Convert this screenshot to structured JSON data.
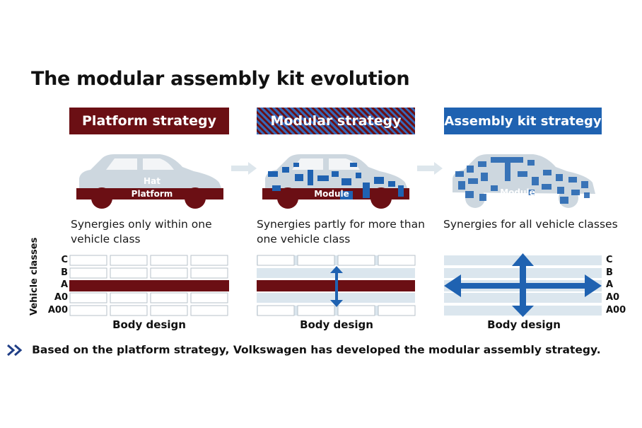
{
  "title": "The modular assembly kit evolution",
  "strategies": [
    {
      "label": "Platform strategy",
      "synergy": "Synergies only within one vehicle class",
      "car_labels": [
        "Hat",
        "Platform"
      ],
      "axis_label": "Body design"
    },
    {
      "label": "Modular strategy",
      "synergy": "Synergies partly for more than one vehicle class",
      "car_labels": [
        "Module"
      ],
      "axis_label": "Body design"
    },
    {
      "label": "Assembly kit strategy",
      "synergy": "Synergies for all vehicle classes",
      "car_labels": [
        "Module"
      ],
      "axis_label": "Body design"
    }
  ],
  "vehicle_classes_label": "Vehicle classes",
  "vehicle_classes": [
    "C",
    "B",
    "A",
    "A0",
    "A00"
  ],
  "footer": "Based on the platform strategy, Volkswagen has developed the modular assembly strategy.",
  "colors": {
    "maroon": "#6b0f14",
    "blue": "#1f62b1",
    "light_blue": "#dbe6ee",
    "car_gray": "#cdd7df",
    "arrow_gray": "#dde6ec"
  },
  "icons": [
    "flow-arrow-icon",
    "double-chevron-icon",
    "car-silhouette-icon",
    "vertical-double-arrow-icon",
    "cross-arrow-icon"
  ]
}
